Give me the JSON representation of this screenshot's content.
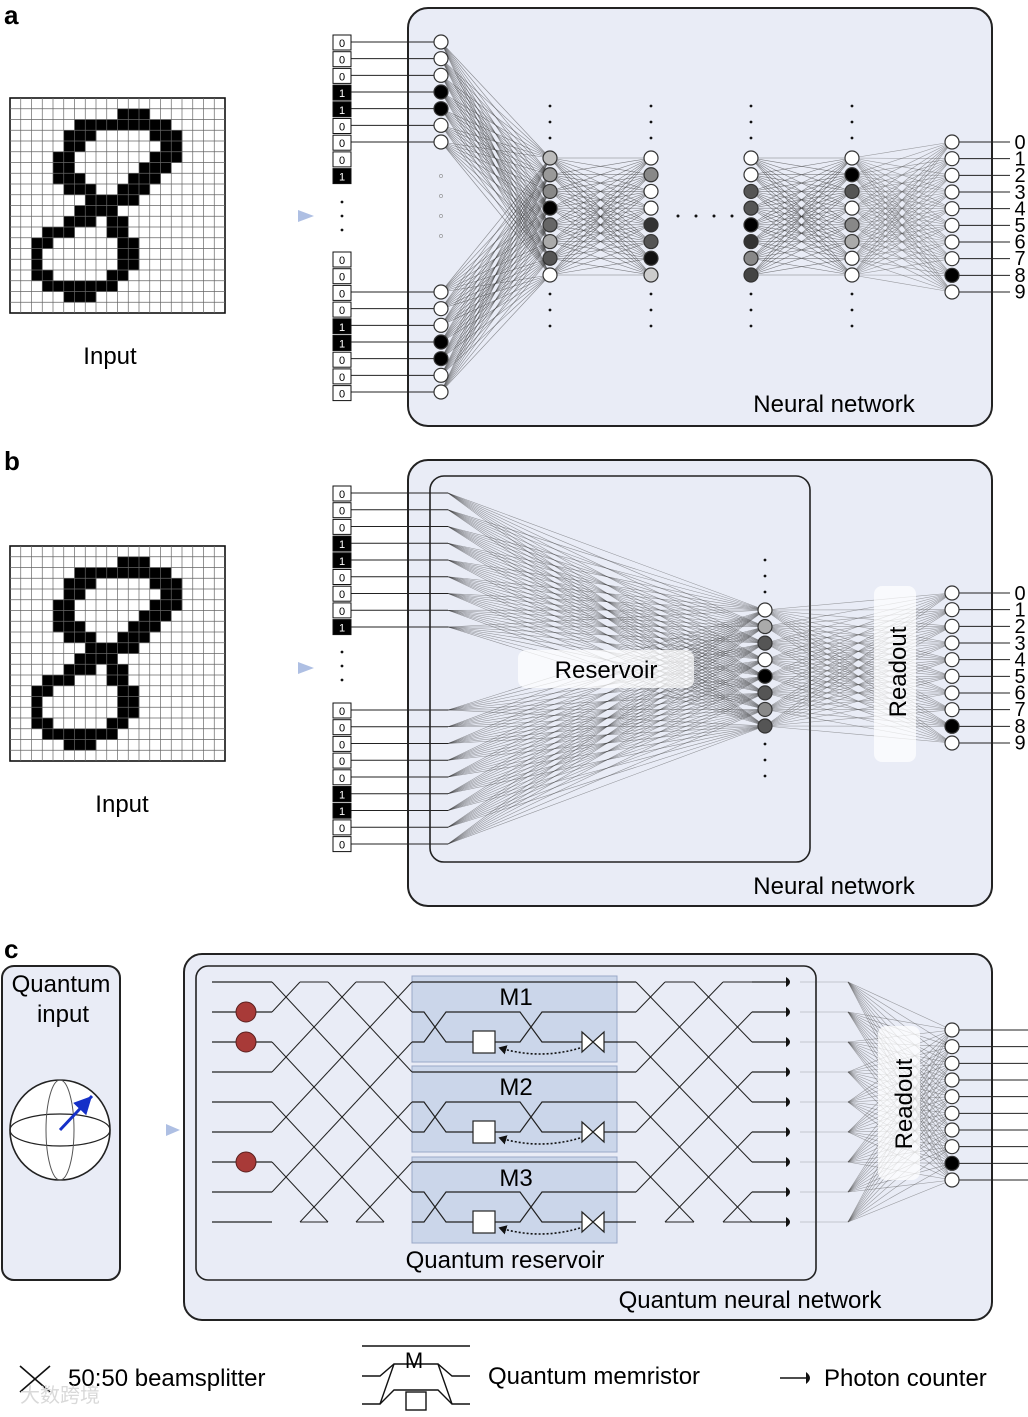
{
  "panels": {
    "a": {
      "letter": "a",
      "input_label": "Input",
      "box_label": "Neural network",
      "bits_top": [
        "0",
        "0",
        "0",
        "1",
        "1",
        "0",
        "0",
        "0",
        "1"
      ],
      "bits_bottom": [
        "0",
        "0",
        "0",
        "0",
        "1",
        "1",
        "0",
        "0",
        "0"
      ],
      "outputs": [
        "0",
        "1",
        "2",
        "3",
        "4",
        "5",
        "6",
        "7",
        "8",
        "9"
      ]
    },
    "b": {
      "letter": "b",
      "input_label": "Input",
      "box_label": "Neural network",
      "reservoir_label": "Reservoir",
      "readout_label": "Readout",
      "bits_top": [
        "0",
        "0",
        "0",
        "1",
        "1",
        "0",
        "0",
        "0",
        "1"
      ],
      "bits_bottom": [
        "0",
        "0",
        "0",
        "0",
        "0",
        "1",
        "1",
        "0",
        "0"
      ],
      "outputs": [
        "0",
        "1",
        "2",
        "3",
        "4",
        "5",
        "6",
        "7",
        "8",
        "9"
      ]
    },
    "c": {
      "letter": "c",
      "quantum_input_line1": "Quantum",
      "quantum_input_line2": "input",
      "box_label": "Quantum neural network",
      "reservoir_label": "Quantum reservoir",
      "readout_label": "Readout",
      "memristors": [
        "M1",
        "M2",
        "M3"
      ]
    }
  },
  "legend": {
    "beamsplitter": "50:50 beamsplitter",
    "memristor_symbol": "M",
    "memristor": "Quantum memristor",
    "photon_counter": "Photon counter"
  },
  "watermark": "大数跨境",
  "colors": {
    "panel_fill": "#e9ecf6",
    "box_stroke": "#222222",
    "memristor_fill": "#cbd6ea",
    "photon_red": "#a83a38",
    "arrow": "#c6d2ea",
    "bloch_arrow": "#1530c8"
  }
}
